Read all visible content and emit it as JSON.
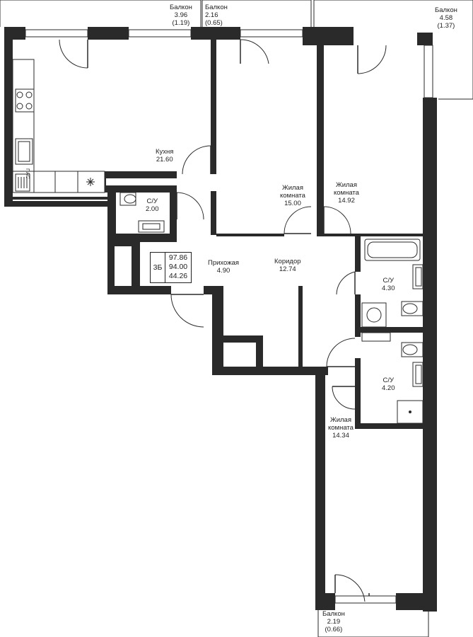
{
  "apartment": {
    "type": "3Б",
    "areas": [
      "97.86",
      "94.00",
      "44.26"
    ]
  },
  "rooms": {
    "balcony_kitchen": {
      "name": "Балкон",
      "area": "3.96",
      "reduced": "(1.19)"
    },
    "balcony_middle": {
      "name": "Балкон",
      "area": "2.16",
      "reduced": "(0.65)"
    },
    "balcony_right": {
      "name": "Балкон",
      "area": "4.58",
      "reduced": "(1.37)"
    },
    "balcony_bottom": {
      "name": "Балкон",
      "area": "2.19",
      "reduced": "(0.66)"
    },
    "kitchen": {
      "name": "Кухня",
      "area": "21.60"
    },
    "living1": {
      "name1": "Жилая",
      "name2": "комната",
      "area": "15.00"
    },
    "living2": {
      "name1": "Жилая",
      "name2": "комната",
      "area": "14.92"
    },
    "living3": {
      "name1": "Жилая",
      "name2": "комната",
      "area": "14.34"
    },
    "wc_small": {
      "name": "С/У",
      "area": "2.00"
    },
    "hall": {
      "name": "Прихожая",
      "area": "4.90"
    },
    "corridor": {
      "name": "Коридор",
      "area": "12.74"
    },
    "bath1": {
      "name": "С/У",
      "area": "4.30"
    },
    "bath2": {
      "name": "С/У",
      "area": "4.20"
    }
  },
  "fixtures": {
    "riser_label": "ПАС"
  },
  "colors": {
    "wall": "#2a2a2a",
    "background": "#ffffff"
  }
}
